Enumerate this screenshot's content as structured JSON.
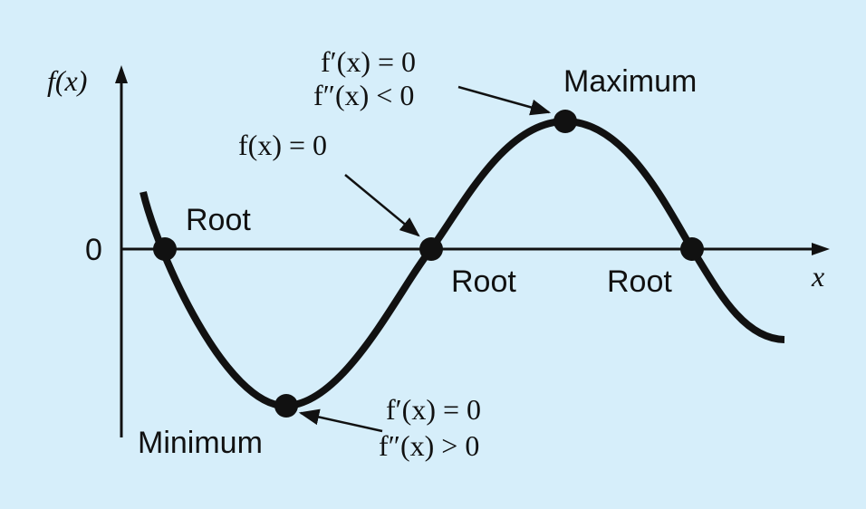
{
  "axes": {
    "y_label": "f(x)",
    "x_label": "x",
    "zero_label": "0"
  },
  "labels": {
    "root_left": "Root",
    "root_middle": "Root",
    "root_right": "Root",
    "maximum": "Maximum",
    "minimum": "Minimum"
  },
  "annotations": {
    "max_line1": "f′(x) = 0",
    "max_line2": "f″(x) < 0",
    "root_line": "f(x) = 0",
    "min_line1": "f′(x) = 0",
    "min_line2": "f″(x) > 0"
  },
  "colors": {
    "background": "#d6eefa",
    "ink": "#111111"
  }
}
